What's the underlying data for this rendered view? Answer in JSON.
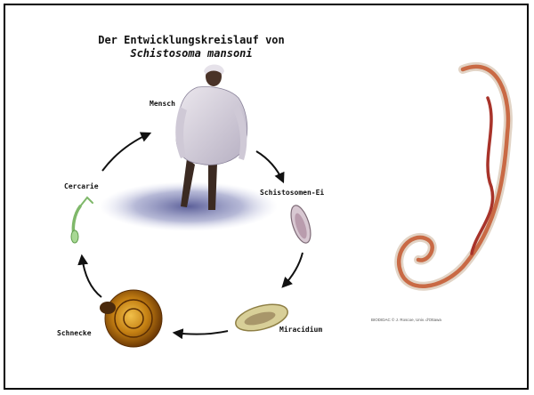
{
  "diagram": {
    "title_line1": "Der Entwicklungskreislauf von",
    "title_line2": "Schistosoma mansoni",
    "stages": {
      "human": "Mensch",
      "egg": "Schistosomen-Ei",
      "miracidium": "Miracidium",
      "snail": "Schnecke",
      "cercaria": "Cercarie"
    },
    "photo_credit": "BIODIDAC © J. Roscoe, Univ. d'Ottawa"
  },
  "colors": {
    "frame": "#000000",
    "arrow": "#111111",
    "worm": "#c96a45",
    "snail": "#b5720f",
    "cercaria": "#7fb86a",
    "egg": "#a88a9a",
    "miracidium": "#c4b97c"
  }
}
